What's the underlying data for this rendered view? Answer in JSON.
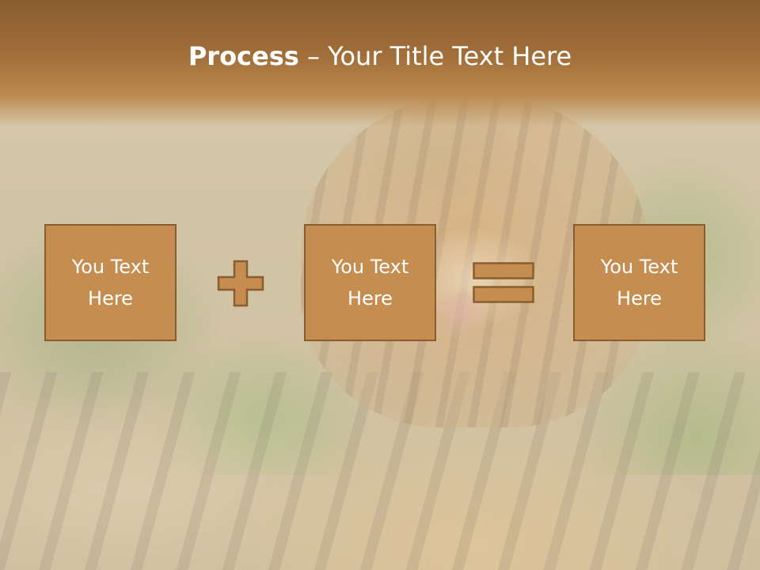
{
  "slide": {
    "title_bold": "Process",
    "title_rest": " – Your Title Text Here",
    "boxes": [
      {
        "text": "You Text Here"
      },
      {
        "text": "You Text Here"
      },
      {
        "text": "You Text Here"
      }
    ],
    "operators": [
      "plus-icon",
      "equals-icon"
    ],
    "colors": {
      "title_band": "#a26f3a",
      "box_fill": "#c58d4f",
      "box_border": "#8a5d2f",
      "text": "#ffffff"
    }
  }
}
